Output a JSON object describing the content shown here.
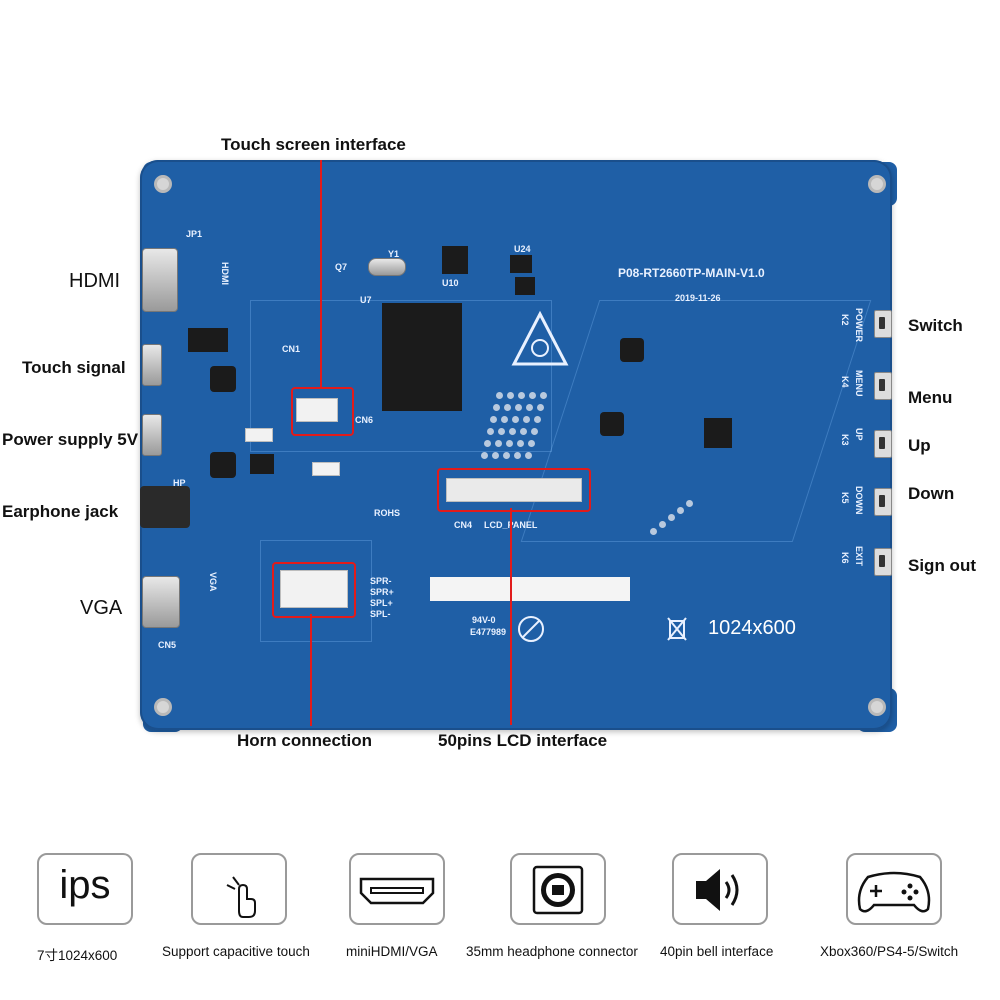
{
  "callouts": {
    "touch_screen_interface": "Touch screen interface",
    "hdmi": "HDMI",
    "touch_signal": "Touch signal",
    "power_supply": "Power supply 5V",
    "earphone_jack": "Earphone jack",
    "vga": "VGA",
    "horn_connection": "Horn connection",
    "lcd_interface": "50pins LCD interface",
    "switch": "Switch",
    "menu": "Menu",
    "up": "Up",
    "down": "Down",
    "sign_out": "Sign out"
  },
  "board": {
    "model": "P08-RT2660TP-MAIN-V1.0",
    "date": "2019-11-26",
    "resolution": "1024x600",
    "lcd_panel": "LCD_PANEL",
    "cn4": "CN4",
    "cn6": "CN6",
    "cn1": "CN1",
    "cn5": "CN5",
    "jp1": "JP1",
    "hdmi_silk": "HDMI",
    "vga_silk": "VGA",
    "hp_silk": "HP",
    "u7": "U7",
    "y1": "Y1",
    "u10": "U10",
    "u24": "U24",
    "q7": "Q7",
    "rohs": "ROHS",
    "ul_mark": "94V-0",
    "ul_code": "E477989",
    "btn_labels": [
      "POWER",
      "MENU",
      "UP",
      "DOWN",
      "EXIT"
    ],
    "btn_ids": [
      "K2",
      "K4",
      "K3",
      "K5",
      "K6"
    ],
    "spk_labels": [
      "SPR-",
      "SPR+",
      "SPL+",
      "SPL-"
    ]
  },
  "features": [
    {
      "icon": "ips-icon",
      "text": "ips",
      "label": "7寸1024x600"
    },
    {
      "icon": "touch-hand-icon",
      "label": "Support capacitive touch"
    },
    {
      "icon": "hdmi-port-icon",
      "label": "miniHDMI/VGA"
    },
    {
      "icon": "headphone-jack-icon",
      "label": "35mm headphone connector"
    },
    {
      "icon": "speaker-icon",
      "label": "40pin bell interface"
    },
    {
      "icon": "gamepad-icon",
      "label": "Xbox360/PS4-5/Switch"
    }
  ],
  "colors": {
    "board": "#1f5fa6",
    "callout_line": "#e11b1b"
  }
}
